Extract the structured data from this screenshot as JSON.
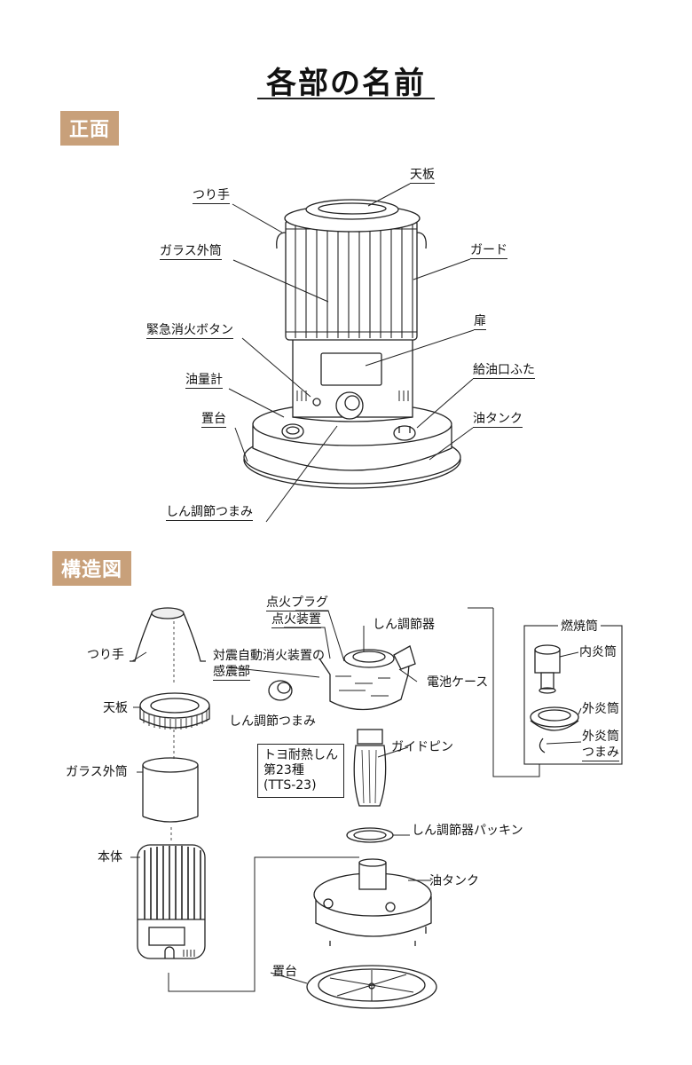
{
  "title": "各部の名前",
  "sections": {
    "front": "正面",
    "structure": "構造図"
  },
  "front_labels": {
    "top_plate": "天板",
    "handle": "つり手",
    "glass_tube": "ガラス外筒",
    "guard": "ガード",
    "door": "扉",
    "emergency_button": "緊急消火ボタン",
    "fuel_cap": "給油口ふた",
    "fuel_gauge": "油量計",
    "stand": "置台",
    "oil_tank": "油タンク",
    "wick_knob": "しん調節つまみ"
  },
  "structure_labels": {
    "igniter_plug": "点火プラグ",
    "igniter": "点火装置",
    "wick_adjuster": "しん調節器",
    "handle": "つり手",
    "seismic_line1": "対震自動消火装置の",
    "seismic_line2": "感震部",
    "battery_case": "電池ケース",
    "top_plate": "天板",
    "wick_knob": "しん調節つまみ",
    "wick_line1": "トヨ耐熱しん",
    "wick_line2": "第23種",
    "wick_line3": "(TTS-23)",
    "guide_pin": "ガイドピン",
    "glass_tube": "ガラス外筒",
    "packing": "しん調節器パッキン",
    "body": "本体",
    "oil_tank": "油タンク",
    "stand": "置台",
    "burner": "燃焼筒",
    "inner_tube": "内炎筒",
    "outer_tube": "外炎筒",
    "outer_knob_line1": "外炎筒",
    "outer_knob_line2": "つまみ"
  }
}
